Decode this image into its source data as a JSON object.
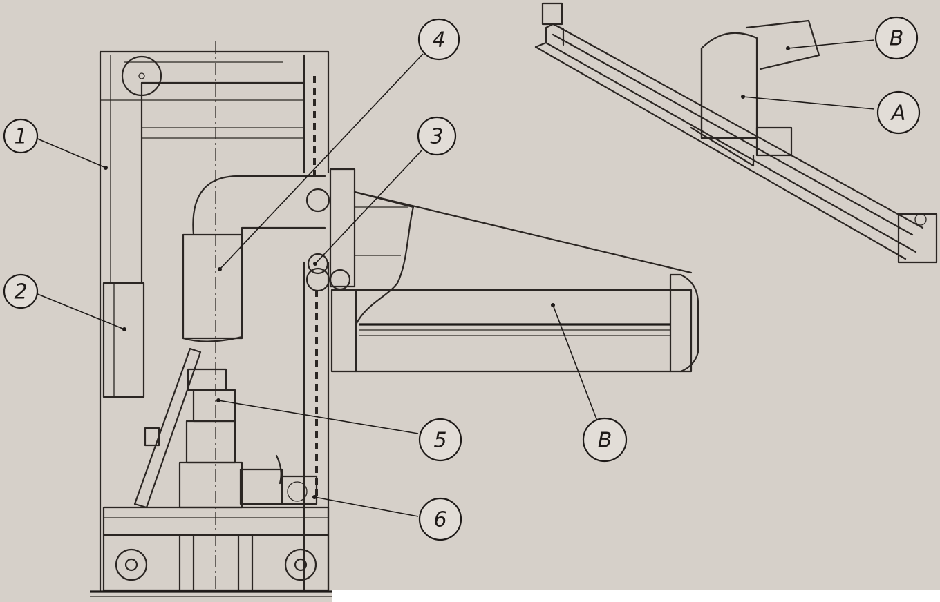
{
  "diagram": {
    "callouts": {
      "c1": "1",
      "c2": "2",
      "c3": "3",
      "c4": "4",
      "c5": "5",
      "c6": "6",
      "cB_main": "B",
      "cB_detail": "B",
      "cA_detail": "A"
    }
  }
}
